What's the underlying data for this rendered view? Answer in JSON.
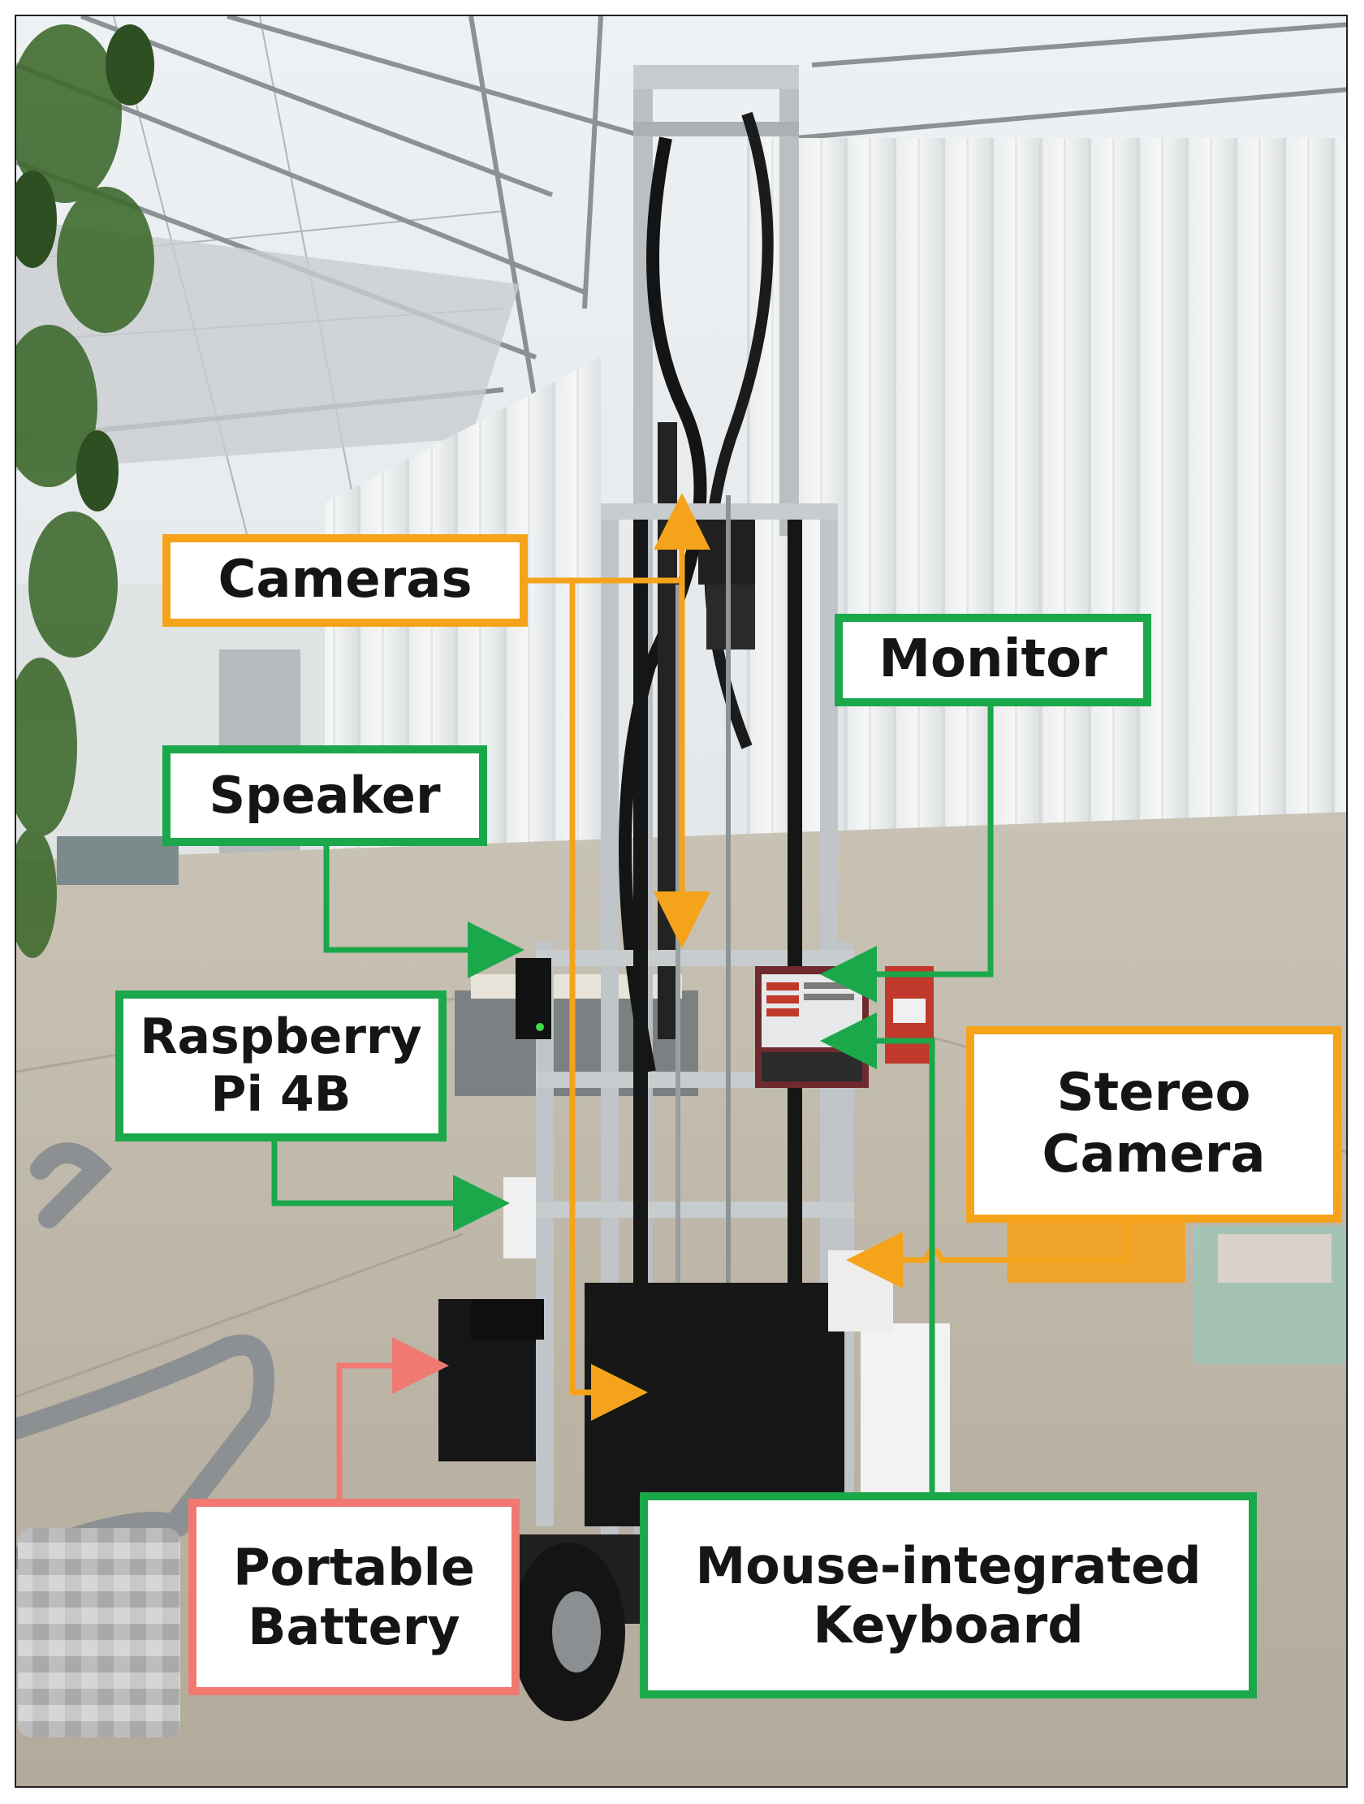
{
  "labels": {
    "cameras": "Cameras",
    "monitor": "Monitor",
    "speaker": "Speaker",
    "raspberry_pi": [
      "Raspberry",
      "Pi 4B"
    ],
    "stereo_camera": [
      "Stereo",
      "Camera"
    ],
    "portable_battery": [
      "Portable",
      "Battery"
    ],
    "keyboard": [
      "Mouse-integrated",
      "Keyboard"
    ]
  },
  "colors": {
    "orange": "#f5a31a",
    "green": "#1aa84a",
    "pink": "#f07a72"
  },
  "monitor_screen": "control panel UI",
  "censored_region": "pixelated mosaic"
}
